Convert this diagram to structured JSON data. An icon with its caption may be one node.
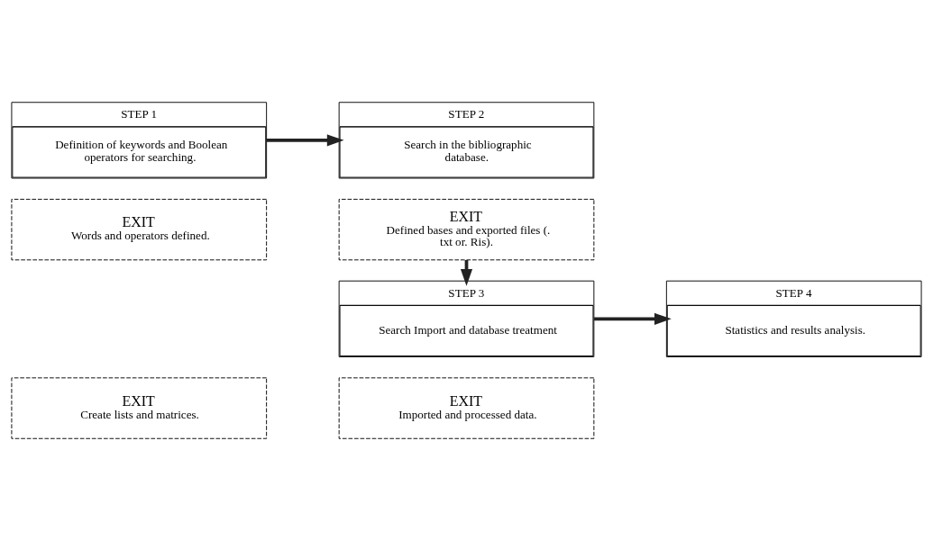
{
  "diagram": {
    "nodes": [
      {
        "text": [
          "STEP 1",
          "Definition of keywords and Boolean operators for searching."
        ]
      },
      {
        "text": [
          "EXIT",
          "Words and operators defined."
        ]
      },
      {
        "text": [
          "STEP 2",
          "Search in the bibliographic database."
        ]
      },
      {
        "text": [
          "EXIT",
          "Defined bases and exported files (. txt or. Ris)."
        ]
      },
      {
        "text": [
          "STEP 3",
          "Search Import and database treatment"
        ]
      },
      {
        "text": [
          "EXIT",
          "Imported and processed data."
        ]
      },
      {
        "text": [
          "STEP 4",
          "Statistics and results analysis."
        ]
      },
      {
        "text": [
          "EXIT",
          "Create lists and matrices."
        ]
      }
    ],
    "edges": [
      {
        "from": 0,
        "to": 2,
        "arrow": "to"
      },
      {
        "from": 3,
        "to": 4,
        "arrow": "to"
      },
      {
        "from": 4,
        "to": 6,
        "arrow": "to"
      }
    ]
  }
}
